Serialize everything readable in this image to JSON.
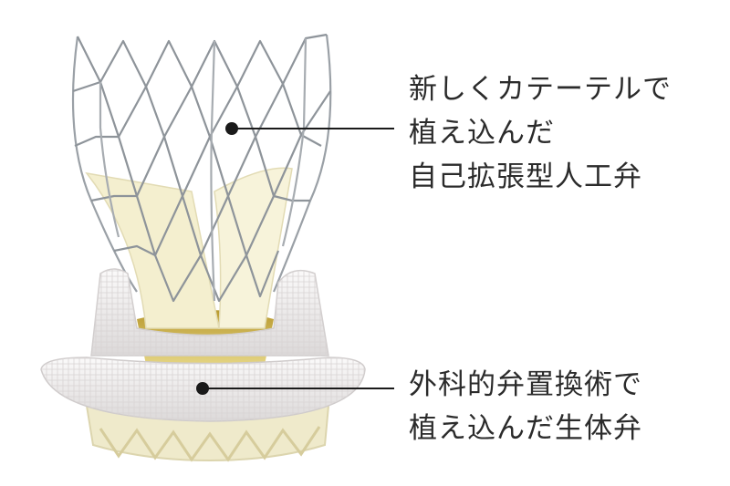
{
  "labels": {
    "transcatheter_valve": [
      "新しくカテーテルで",
      "植え込んだ",
      "自己拡張型人工弁"
    ],
    "surgical_valve": [
      "外科的弁置換術で",
      "植え込んだ生体弁"
    ]
  },
  "colors": {
    "text": "#2b2b2b",
    "leader_line": "#1a1a1a",
    "stent_metal": "#8e949a",
    "leaflet": "#f4efcf",
    "inner_gold": "#c9b24a",
    "sewing_cuff": "#f0eeee",
    "lower_frame": "#efeacb"
  }
}
